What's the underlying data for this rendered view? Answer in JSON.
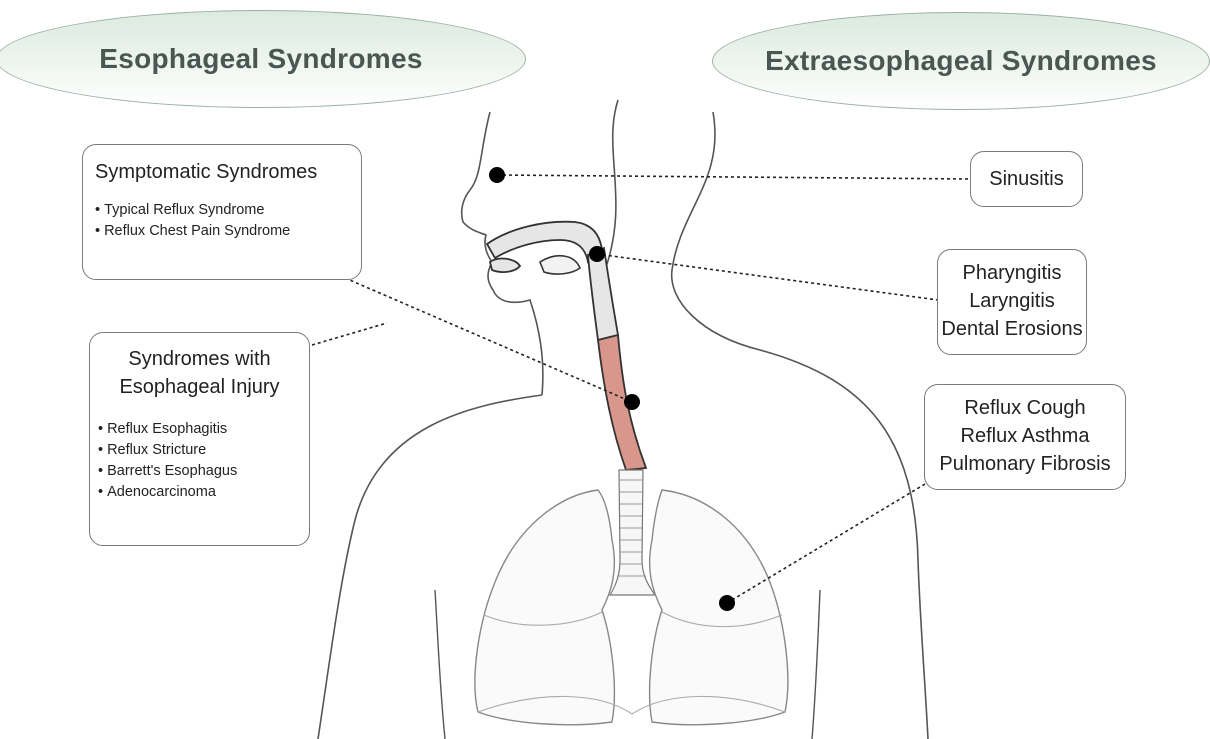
{
  "headers": {
    "left": "Esophageal Syndromes",
    "right": "Extraesophageal Syndromes"
  },
  "symptomatic": {
    "title": "Symptomatic Syndromes",
    "items": [
      "Typical Reflux Syndrome",
      "Reflux Chest Pain Syndrome"
    ]
  },
  "injury": {
    "title_line1": "Syndromes with",
    "title_line2": "Esophageal Injury",
    "items": [
      "Reflux Esophagitis",
      "Reflux Stricture",
      "Barrett's Esophagus",
      "Adenocarcinoma"
    ]
  },
  "sinus": {
    "label": "Sinusitis"
  },
  "throat": {
    "lines": [
      "Pharyngitis",
      "Laryngitis",
      "Dental Erosions"
    ]
  },
  "lung": {
    "lines": [
      "Reflux Cough",
      "Reflux Asthma",
      "Pulmonary Fibrosis"
    ]
  },
  "colors": {
    "header_fill": "#dbeadf",
    "header_text": "#4a5651",
    "esophagus_lower": "#d9968a",
    "airway": "#e6e6e6",
    "outline": "#555555"
  }
}
